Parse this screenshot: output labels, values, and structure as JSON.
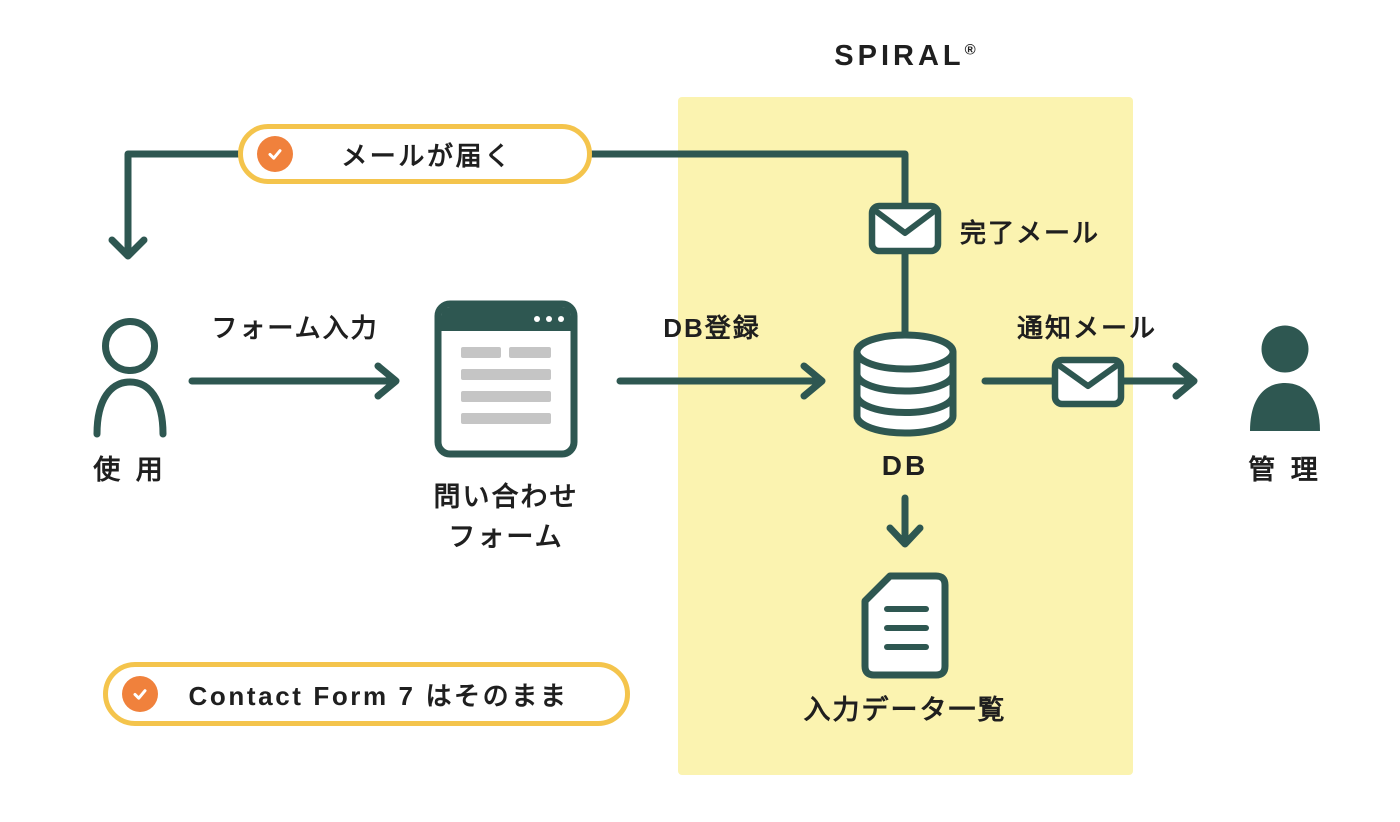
{
  "colors": {
    "teal": "#2e5751",
    "orange": "#f0813c",
    "yellow": "#f4c44c",
    "panel": "#fbf3b0",
    "bar-gray": "#c5c5c5",
    "text": "#1f1f1f"
  },
  "title": {
    "name": "SPIRAL",
    "reg": "®"
  },
  "badges": {
    "mail_arrives": "メールが届く",
    "contact_form": "Contact Form 7 はそのまま"
  },
  "nodes": {
    "user_label": "使 用",
    "form_label_line1": "問い合わせ",
    "form_label_line2": "フォーム",
    "db_label": "DB",
    "completion_mail_label": "完了メール",
    "manager_label": "管 理",
    "data_list_label": "入力データ一覧"
  },
  "arrows": {
    "form_input": "フォーム入力",
    "db_register": "DB登録",
    "notification_mail": "通知メール"
  }
}
